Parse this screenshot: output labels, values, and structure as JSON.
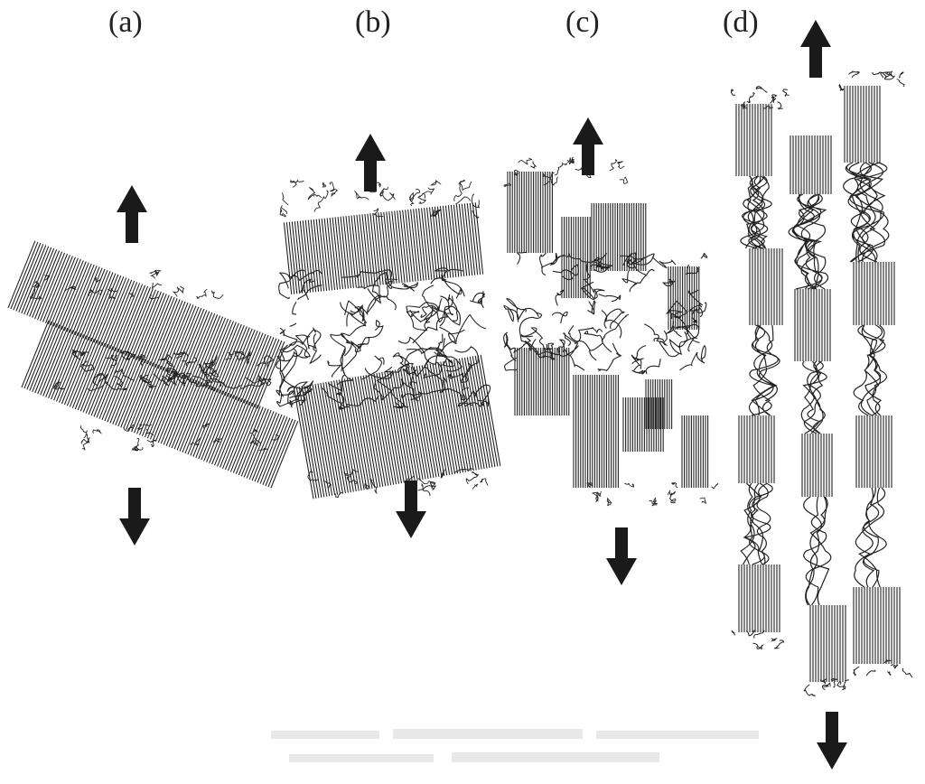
{
  "panels": [
    {
      "id": "a",
      "label": "(a)"
    },
    {
      "id": "b",
      "label": "(b)"
    },
    {
      "id": "c",
      "label": "(c)"
    },
    {
      "id": "d",
      "label": "(d)"
    }
  ],
  "colors": {
    "ink": "#222222",
    "chain": "#555555",
    "arrow": "#1a1a1a",
    "background": "#ffffff"
  },
  "icons": {
    "arrow_up": "up-arrow-icon",
    "arrow_down": "down-arrow-icon"
  }
}
